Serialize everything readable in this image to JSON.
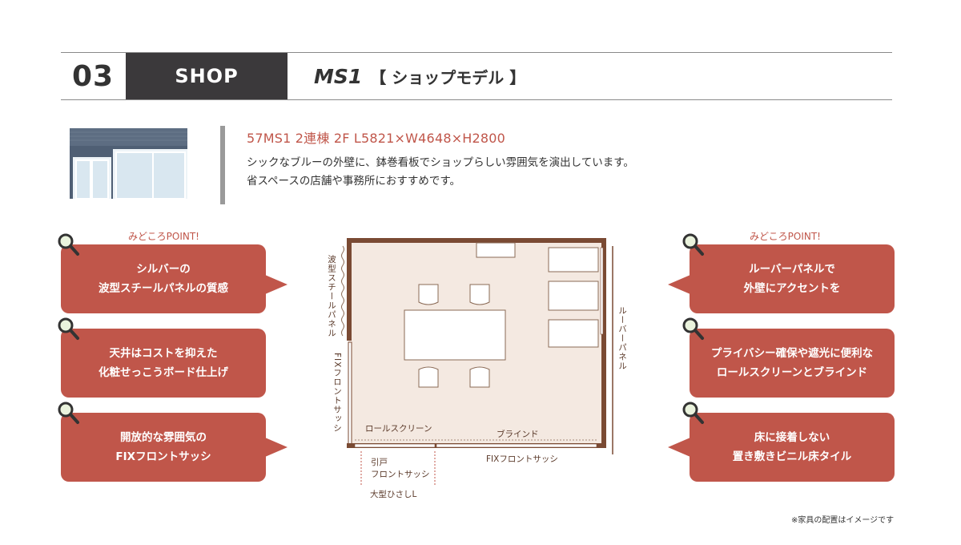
{
  "header": {
    "number": "03",
    "category": "SHOP",
    "model_name": "MS1",
    "model_subtitle": "【 ショップモデル 】"
  },
  "intro": {
    "spec": "57MS1 2連棟  2F L5821×W4648×H2800",
    "description_lines": [
      "シックなブルーの外壁に、鉢巻看板でショップらしい雰囲気を演出しています。",
      "省スペースの店舗や事務所におすすめです。"
    ]
  },
  "callouts": {
    "left_heading": "みどころPOINT!",
    "right_heading": "みどころPOINT!",
    "left": [
      {
        "line1": "シルバーの",
        "line2": "波型スチールパネルの質感"
      },
      {
        "line1": "天井はコストを抑えた",
        "line2": "化粧せっこうボード仕上げ"
      },
      {
        "line1": "開放的な雰囲気の",
        "line2": "FIXフロントサッシ"
      }
    ],
    "right": [
      {
        "line1": "ルーバーパネルで",
        "line2": "外壁にアクセントを"
      },
      {
        "line1": "プライバシー確保や遮光に便利な",
        "line2": "ロールスクリーンとブラインド"
      },
      {
        "line1": "床に接着しない",
        "line2": "置き敷きビニル床タイル"
      }
    ]
  },
  "plan": {
    "left_wall_top": "波型スチールパネル",
    "left_wall_bottom": "FIXフロントサッシ",
    "right_wall": "ルーバーパネル",
    "roll_screen": "ロールスクリーン",
    "blind": "ブラインド",
    "sliding_door_line1": "引戸",
    "sliding_door_line2": "フロントサッシ",
    "fix_front": "FIXフロントサッシ",
    "canopy": "大型ひさしL"
  },
  "footnote": "※家具の配置はイメージです",
  "colors": {
    "accent": "#c0564a",
    "header_dark": "#3b393b",
    "wall_brown": "#7a4a33",
    "floor": "#f4e9e1",
    "building_blue": "#4f5f74"
  }
}
